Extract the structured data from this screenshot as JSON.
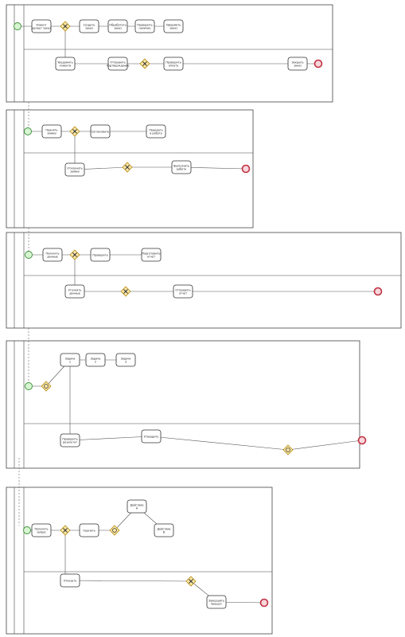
{
  "pools": [
    {
      "id": "p1",
      "label": "",
      "lanes": [
        {
          "label": "",
          "elements": [
            {
              "type": "start",
              "name": "start-event"
            },
            {
              "type": "task",
              "name": "task",
              "lines": [
                "Клиент",
                "делает заказ"
              ]
            },
            {
              "type": "xor",
              "name": "gateway-xor"
            },
            {
              "type": "task",
              "name": "task",
              "lines": [
                "Создать",
                "заказ"
              ]
            },
            {
              "type": "task",
              "name": "task",
              "lines": [
                "Обработать",
                "заказ"
              ]
            },
            {
              "type": "task",
              "name": "task",
              "lines": [
                "Проверить",
                "наличие"
              ]
            },
            {
              "type": "task",
              "name": "task",
              "lines": [
                "Оформить",
                "заказ"
              ]
            }
          ]
        },
        {
          "label": "",
          "elements": [
            {
              "type": "task",
              "name": "task",
              "lines": [
                "Уведомить",
                "клиента"
              ]
            },
            {
              "type": "task",
              "name": "task",
              "lines": [
                "Отправить",
                "подтверждение"
              ]
            },
            {
              "type": "xor",
              "name": "gateway-xor"
            },
            {
              "type": "task",
              "name": "task",
              "lines": [
                "Проверить",
                "оплату"
              ]
            },
            {
              "type": "task",
              "name": "task",
              "lines": [
                "Закрыть",
                "заказ"
              ]
            },
            {
              "type": "end",
              "name": "end-event"
            }
          ]
        }
      ]
    },
    {
      "id": "p2",
      "label": "",
      "lanes": [
        {
          "label": "",
          "elements": [
            {
              "type": "start",
              "name": "start-event"
            },
            {
              "type": "task",
              "name": "task",
              "lines": [
                "Принять",
                "заявку"
              ]
            },
            {
              "type": "xor",
              "name": "gateway-xor"
            },
            {
              "type": "task",
              "name": "task",
              "lines": [
                "Согласовать"
              ]
            },
            {
              "type": "task",
              "name": "task",
              "lines": [
                "Передать",
                "в работу"
              ]
            }
          ]
        },
        {
          "label": "",
          "elements": [
            {
              "type": "task",
              "name": "task",
              "lines": [
                "Отклонить",
                "заявку"
              ]
            },
            {
              "type": "xor",
              "name": "gateway-xor"
            },
            {
              "type": "task",
              "name": "task",
              "lines": [
                "Выполнить",
                "работу"
              ]
            },
            {
              "type": "end",
              "name": "end-event"
            }
          ]
        }
      ]
    },
    {
      "id": "p3",
      "label": "",
      "lanes": [
        {
          "label": "",
          "elements": [
            {
              "type": "start",
              "name": "start-event"
            },
            {
              "type": "task",
              "name": "task",
              "lines": [
                "Получить",
                "данные"
              ]
            },
            {
              "type": "xor",
              "name": "gateway-xor"
            },
            {
              "type": "task",
              "name": "task",
              "lines": [
                "Проверить"
              ]
            },
            {
              "type": "task",
              "name": "task",
              "lines": [
                "Подготовить",
                "отчёт"
              ]
            }
          ]
        },
        {
          "label": "",
          "elements": [
            {
              "type": "task",
              "name": "task",
              "lines": [
                "Уточнить",
                "данные"
              ]
            },
            {
              "type": "xor",
              "name": "gateway-xor"
            },
            {
              "type": "task",
              "name": "task",
              "lines": [
                "Отправить",
                "отчёт"
              ]
            },
            {
              "type": "end",
              "name": "end-event"
            }
          ]
        }
      ]
    },
    {
      "id": "p4",
      "label": "",
      "lanes": [
        {
          "label": "",
          "elements": [
            {
              "type": "start",
              "name": "start-event"
            },
            {
              "type": "parallel",
              "name": "gateway-parallel"
            },
            {
              "type": "task",
              "name": "task",
              "lines": [
                "Задача",
                "1"
              ]
            },
            {
              "type": "task",
              "name": "task",
              "lines": [
                "Задача",
                "2"
              ]
            },
            {
              "type": "task",
              "name": "task",
              "lines": [
                "Задача",
                "3"
              ]
            }
          ]
        },
        {
          "label": "",
          "elements": [
            {
              "type": "task",
              "name": "task",
              "lines": [
                "Проверить",
                "результат"
              ]
            },
            {
              "type": "task",
              "name": "task",
              "lines": [
                "Утвердить"
              ]
            },
            {
              "type": "parallel",
              "name": "gateway-parallel"
            },
            {
              "type": "end",
              "name": "end-event"
            }
          ]
        }
      ]
    },
    {
      "id": "p5",
      "label": "",
      "lanes": [
        {
          "label": "",
          "elements": [
            {
              "type": "start",
              "name": "start-event"
            },
            {
              "type": "task",
              "name": "task",
              "lines": [
                "Получить",
                "запрос"
              ]
            },
            {
              "type": "xor",
              "name": "gateway-xor"
            },
            {
              "type": "task",
              "name": "task",
              "lines": [
                "Оценить"
              ]
            },
            {
              "type": "parallel",
              "name": "gateway-parallel"
            },
            {
              "type": "task",
              "name": "task",
              "lines": [
                "Действие",
                "A"
              ]
            },
            {
              "type": "task",
              "name": "task",
              "lines": [
                "Действие",
                "B"
              ]
            }
          ]
        },
        {
          "label": "",
          "elements": [
            {
              "type": "task",
              "name": "task",
              "lines": [
                "Отказать"
              ]
            },
            {
              "type": "xor",
              "name": "gateway-xor"
            },
            {
              "type": "task",
              "name": "task",
              "lines": [
                "Завершить",
                "процесс"
              ]
            },
            {
              "type": "end",
              "name": "end-event"
            }
          ]
        }
      ]
    }
  ]
}
